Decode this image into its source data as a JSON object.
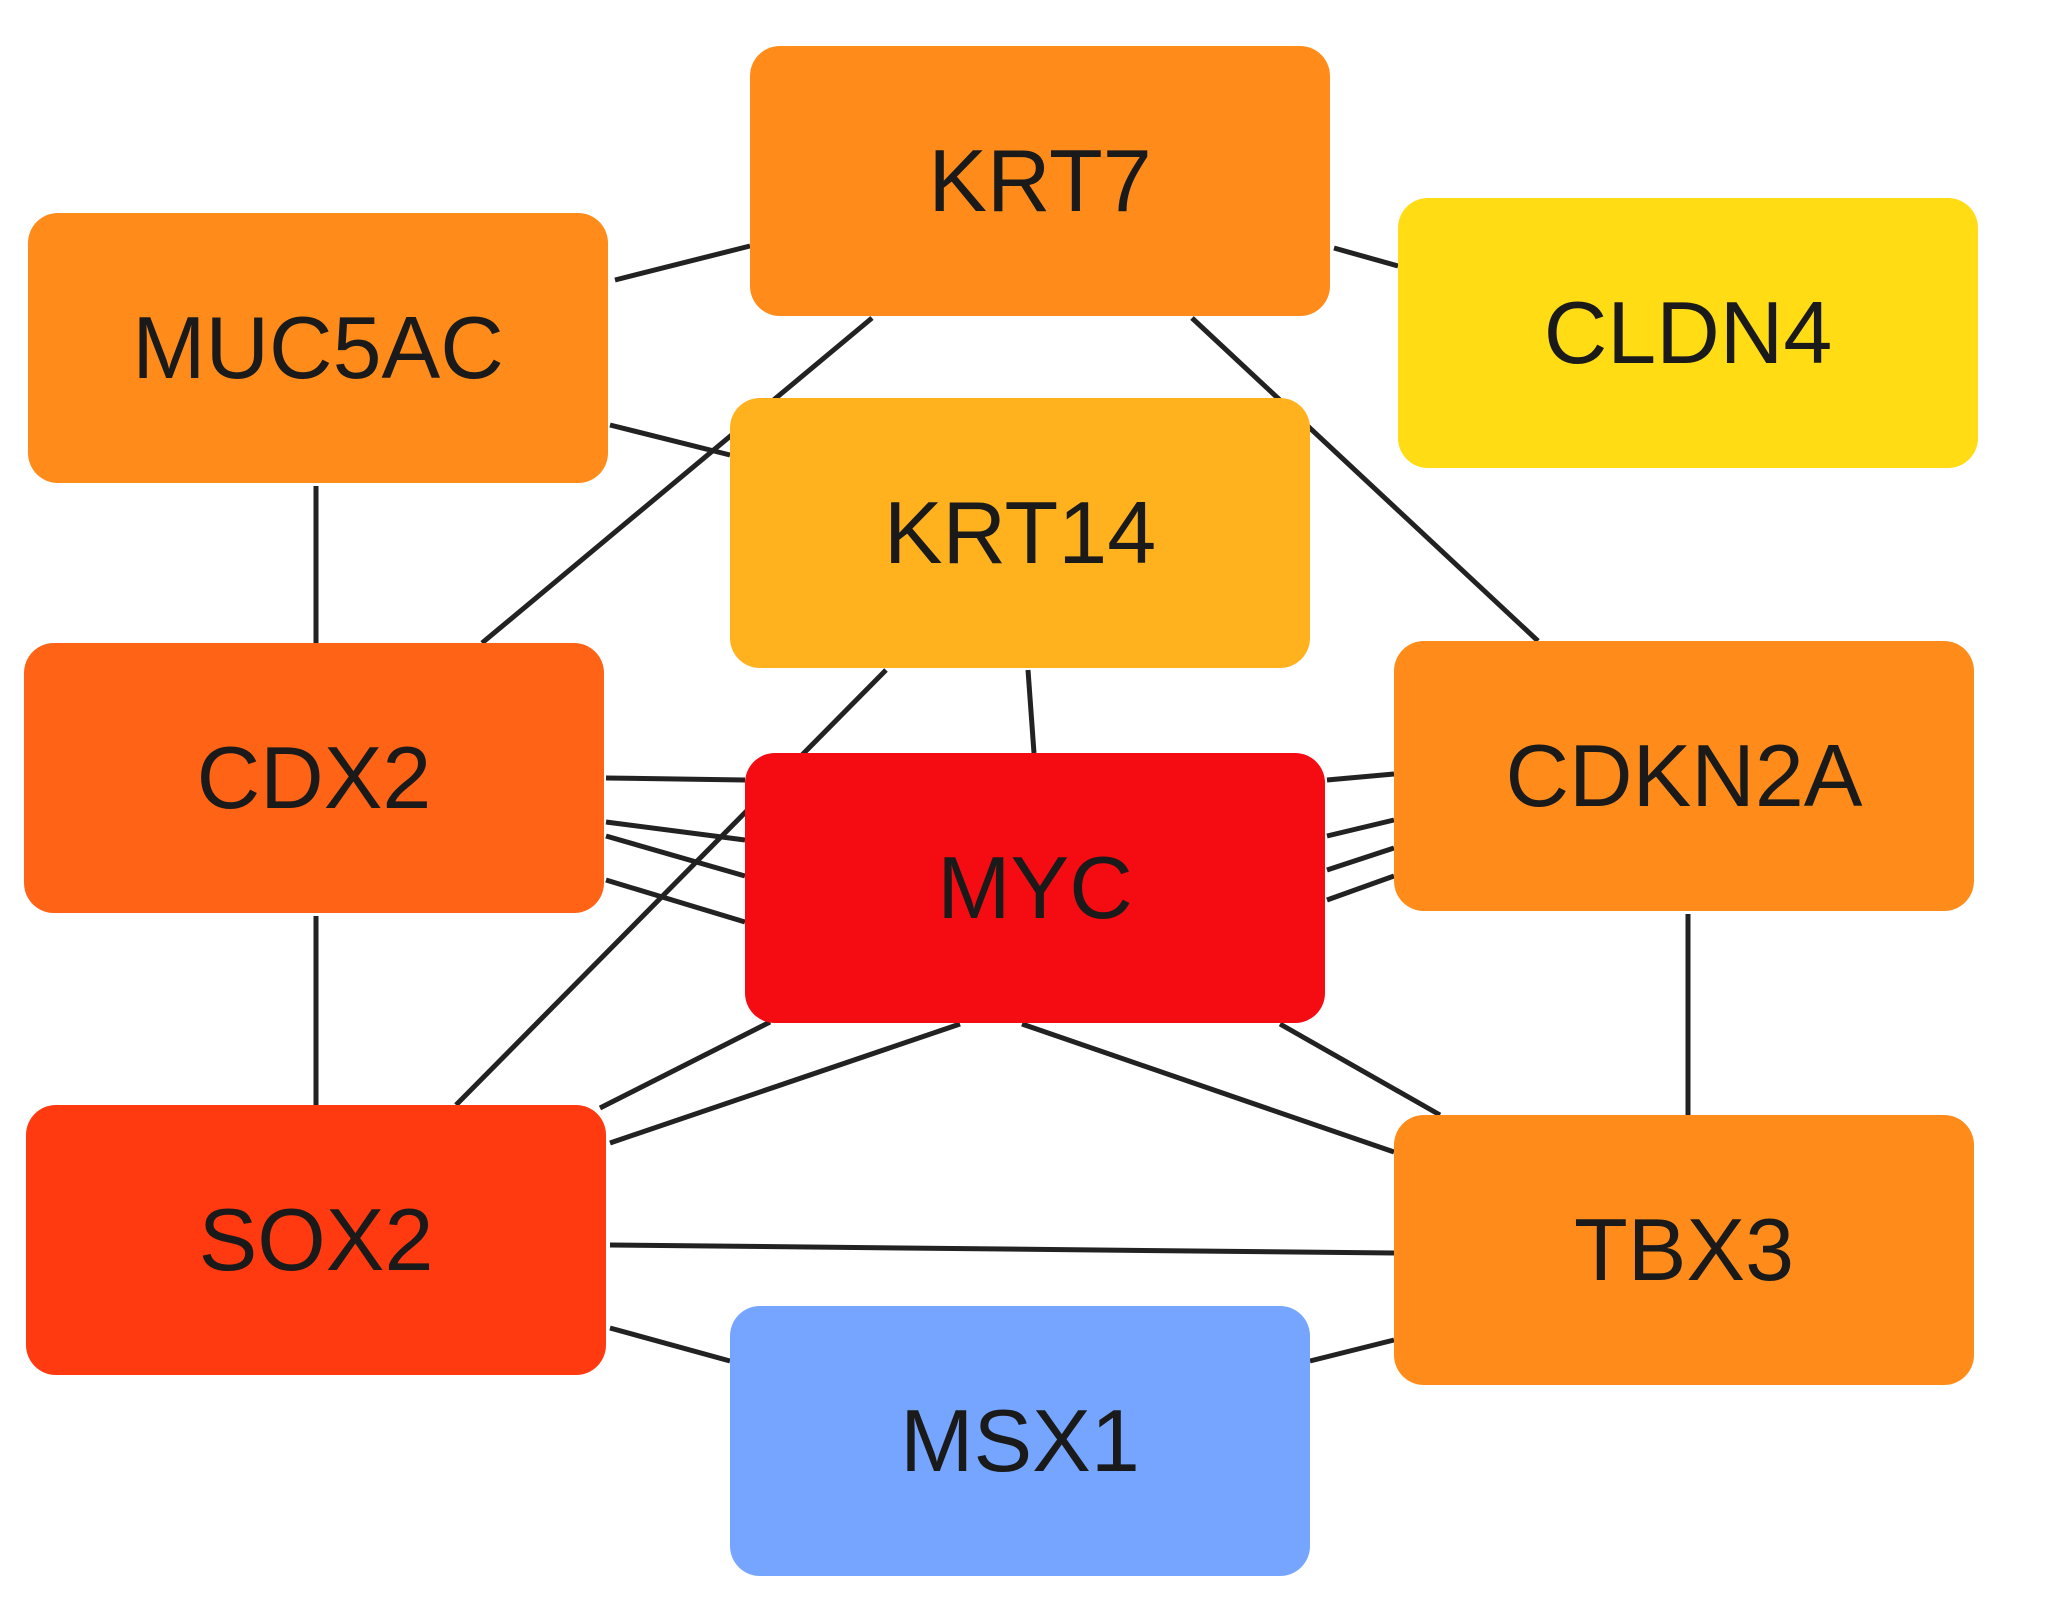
{
  "nodes": [
    {
      "id": "KRT7",
      "label": "KRT7",
      "color": "#FF8C1A"
    },
    {
      "id": "MUC5AC",
      "label": "MUC5AC",
      "color": "#FF8C1A"
    },
    {
      "id": "CLDN4",
      "label": "CLDN4",
      "color": "#FFDC14"
    },
    {
      "id": "KRT14",
      "label": "KRT14",
      "color": "#FFB21E"
    },
    {
      "id": "CDX2",
      "label": "CDX2",
      "color": "#FF6316"
    },
    {
      "id": "MYC",
      "label": "MYC",
      "color": "#F40C12"
    },
    {
      "id": "CDKN2A",
      "label": "CDKN2A",
      "color": "#FF8C1A"
    },
    {
      "id": "SOX2",
      "label": "SOX2",
      "color": "#FF3A10"
    },
    {
      "id": "TBX3",
      "label": "TBX3",
      "color": "#FF8C1A"
    },
    {
      "id": "MSX1",
      "label": "MSX1",
      "color": "#75A5FF"
    }
  ],
  "edges": [
    [
      "KRT7",
      "MUC5AC"
    ],
    [
      "KRT7",
      "CLDN4"
    ],
    [
      "KRT7",
      "CDX2"
    ],
    [
      "KRT7",
      "TBX3"
    ],
    [
      "MUC5AC",
      "KRT14"
    ],
    [
      "MUC5AC",
      "CDX2"
    ],
    [
      "KRT14",
      "MYC"
    ],
    [
      "KRT14",
      "SOX2"
    ],
    [
      "CDX2",
      "MYC"
    ],
    [
      "CDX2",
      "MYC"
    ],
    [
      "CDX2",
      "MYC"
    ],
    [
      "CDX2",
      "MYC"
    ],
    [
      "CDX2",
      "SOX2"
    ],
    [
      "MYC",
      "CDKN2A"
    ],
    [
      "MYC",
      "CDKN2A"
    ],
    [
      "MYC",
      "CDKN2A"
    ],
    [
      "MYC",
      "CDKN2A"
    ],
    [
      "MYC",
      "SOX2"
    ],
    [
      "MYC",
      "SOX2"
    ],
    [
      "MYC",
      "TBX3"
    ],
    [
      "MYC",
      "TBX3"
    ],
    [
      "CDKN2A",
      "TBX3"
    ],
    [
      "SOX2",
      "TBX3"
    ],
    [
      "SOX2",
      "MSX1"
    ],
    [
      "MSX1",
      "TBX3"
    ]
  ]
}
